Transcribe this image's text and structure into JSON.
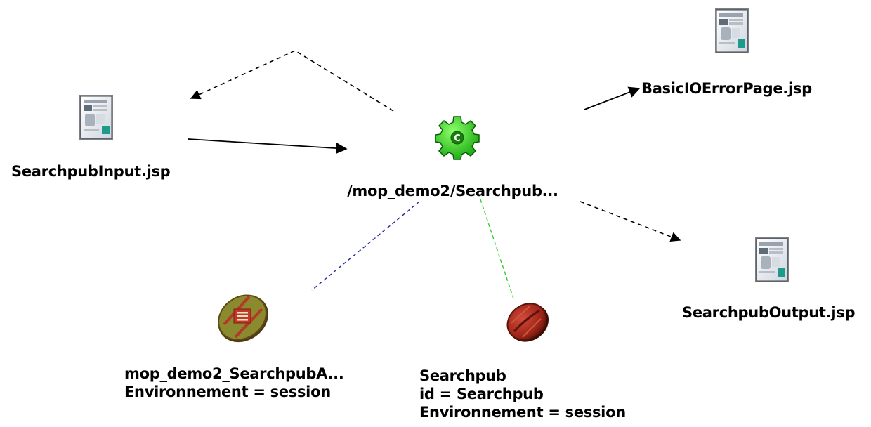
{
  "nodes": {
    "input_page": {
      "label": "SearchpubInput.jsp",
      "icon": "jsp-page-icon"
    },
    "servlet": {
      "label": "/mop_demo2/Searchpub...",
      "icon": "servlet-gear-icon",
      "icon_color": "#2ecc40"
    },
    "error_page": {
      "label": "BasicIOErrorPage.jsp",
      "icon": "jsp-page-icon"
    },
    "output_page": {
      "label": "SearchpubOutput.jsp",
      "icon": "jsp-page-icon"
    },
    "form_bean": {
      "lines": [
        "mop_demo2_SearchpubA...",
        "Environnement = session"
      ],
      "icon": "form-bean-icon"
    },
    "bean": {
      "lines": [
        "Searchpub",
        "id = Searchpub",
        "Environnement = session"
      ],
      "icon": "java-bean-icon"
    }
  },
  "edges": [
    {
      "from": "servlet",
      "to": "input_page",
      "style": "dashed"
    },
    {
      "from": "input_page",
      "to": "servlet",
      "style": "solid"
    },
    {
      "from": "servlet",
      "to": "error_page",
      "style": "solid"
    },
    {
      "from": "servlet",
      "to": "output_page",
      "style": "dashed"
    },
    {
      "from": "servlet",
      "to": "form_bean",
      "style": "dashed",
      "color": "#2b2b9e"
    },
    {
      "from": "servlet",
      "to": "bean",
      "style": "dashed",
      "color": "#33cc33"
    }
  ]
}
